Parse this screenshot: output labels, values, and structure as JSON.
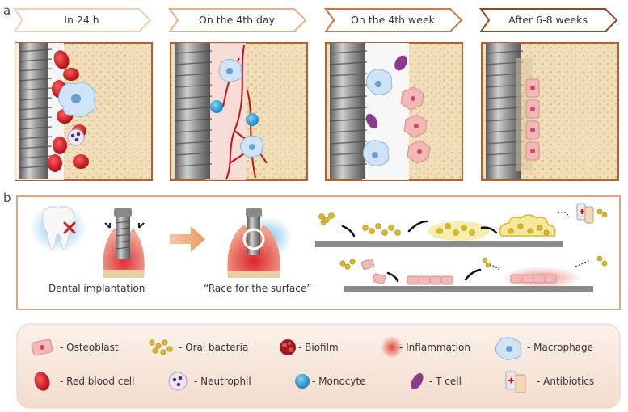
{
  "panel_a": {
    "letter": "a",
    "stages": [
      {
        "label": "In 24 h"
      },
      {
        "label": "On the 4th day"
      },
      {
        "label": "On the 4th week"
      },
      {
        "label": "After 6-8 weeks"
      }
    ]
  },
  "panel_b": {
    "letter": "b",
    "captions": {
      "implantation": "Dental implantation",
      "race": "“Race for the surface”"
    }
  },
  "legend": {
    "items": [
      {
        "label": "- Osteoblast",
        "icon": "osteoblast-icon"
      },
      {
        "label": "- Oral bacteria",
        "icon": "oral-bacteria-icon"
      },
      {
        "label": "- Biofilm",
        "icon": "biofilm-icon"
      },
      {
        "label": "- Inflammation",
        "icon": "inflammation-icon"
      },
      {
        "label": "- Macrophage",
        "icon": "macrophage-icon"
      },
      {
        "label": "- Red blood cell",
        "icon": "red-blood-cell-icon"
      },
      {
        "label": "- Neutrophil",
        "icon": "neutrophil-icon"
      },
      {
        "label": "- Monocyte",
        "icon": "monocyte-icon"
      },
      {
        "label": "- T cell",
        "icon": "t-cell-icon"
      },
      {
        "label": "- Antibiotics",
        "icon": "antibiotics-icon"
      }
    ]
  },
  "colors": {
    "frame": "#b5602e",
    "bone": "#efdcb8",
    "blood": "#c0141b",
    "osteoblast": "#f2b8b8",
    "bacteria": "#d9b92b",
    "monocyte": "#2aa6d9",
    "tcell": "#8a3b8c"
  }
}
